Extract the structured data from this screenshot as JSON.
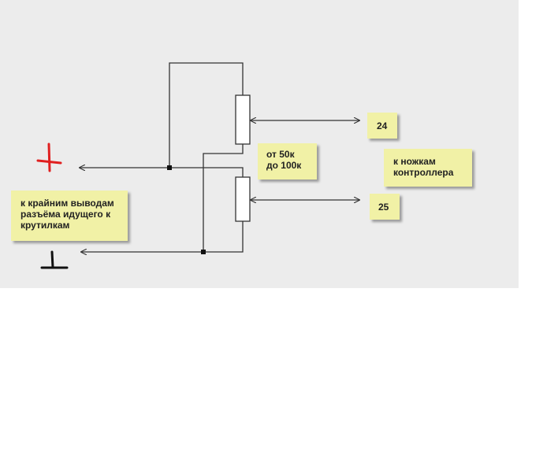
{
  "labels": {
    "crutilki": [
      "к крайним выводам",
      "разъёма идущего к",
      "крутилкам"
    ],
    "resistance": [
      "от 50к",
      "до 100к"
    ],
    "controller": [
      "к ножкам",
      "контроллера"
    ],
    "pin_top": "24",
    "pin_bottom": "25"
  },
  "symbols": {
    "plus": "plus-sign",
    "ground": "ground-symbol"
  },
  "colors": {
    "background": "#ececec",
    "note": "#f1f1a6",
    "wire": "#333333",
    "plus": "#e02020",
    "ground": "#111111"
  }
}
